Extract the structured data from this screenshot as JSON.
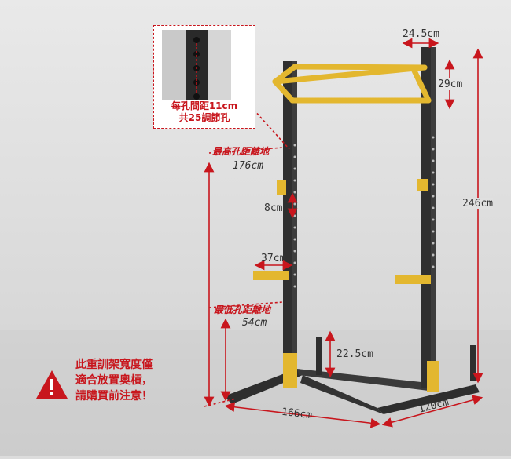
{
  "zoom": {
    "line1": "每孔間距11cm",
    "line2": "共25調節孔"
  },
  "labels": {
    "highest_hole_title": "最高孔距離地",
    "highest_hole_value": "176cm",
    "lowest_hole_title": "最低孔距離地",
    "lowest_hole_value": "54cm",
    "top_width": "24.5cm",
    "top_height": "29cm",
    "total_height": "246cm",
    "hole_spacing": "8cm",
    "hook_depth": "37cm",
    "post_height": "22.5cm",
    "width": "166cm",
    "depth": "120cm"
  },
  "warning": {
    "line1": "此重訓架寬度僅",
    "line2": "適合放置奧槓，",
    "line3": "請購買前注意！"
  },
  "colors": {
    "frame": "#2b2b2b",
    "accent": "#e3b72f",
    "dimension": "#c8161d"
  }
}
